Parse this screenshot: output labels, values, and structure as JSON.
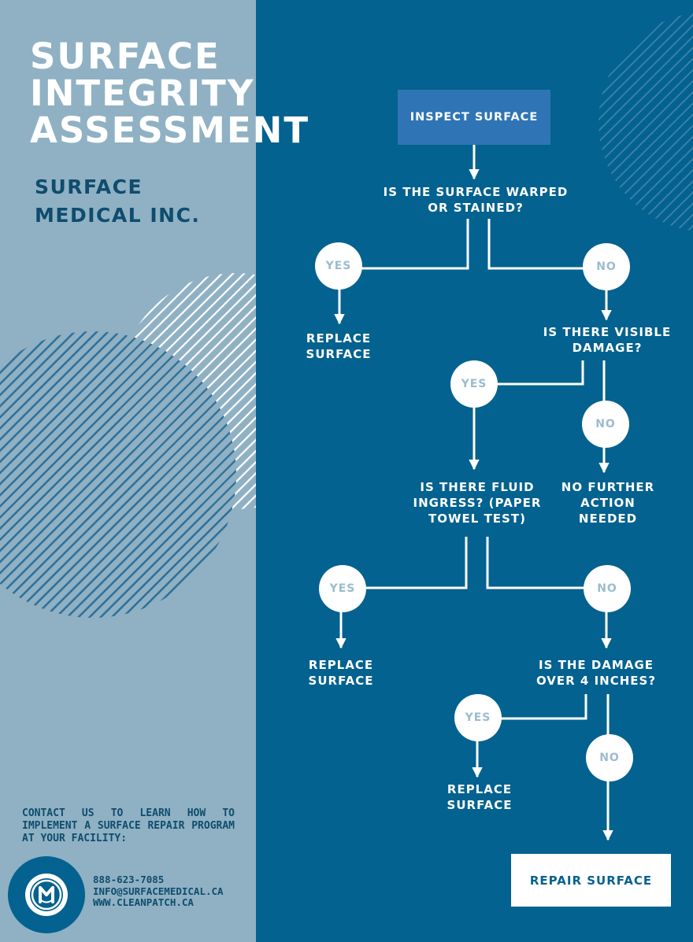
{
  "title": {
    "lines": [
      "SURFACE",
      "INTEGRITY",
      "ASSESSMENT"
    ]
  },
  "company": {
    "lines": [
      "SURFACE",
      "MEDICAL INC."
    ]
  },
  "flowchart": {
    "start": "INSPECT SURFACE",
    "q1": [
      "IS THE SURFACE WARPED",
      "OR STAINED?"
    ],
    "q2": [
      "IS THERE VISIBLE",
      "DAMAGE?"
    ],
    "q3": [
      "IS THERE FLUID",
      "INGRESS? (PAPER",
      "TOWEL TEST)"
    ],
    "q4": [
      "IS THE DAMAGE",
      "OVER 4 INCHES?"
    ],
    "replace": [
      "REPLACE",
      "SURFACE"
    ],
    "no_action": [
      "NO FURTHER",
      "ACTION",
      "NEEDED"
    ],
    "yes": "YES",
    "no": "NO",
    "end": "REPAIR SURFACE"
  },
  "contact": {
    "message": "CONTACT US TO LEARN  HOW TO IMPLEMENT A SURFACE REPAIR PROGRAM AT YOUR FACILITY:",
    "phone": "888-623-7085",
    "email": "INFO@SURFACEMEDICAL.CA",
    "website": "WWW.CLEANPATCH.CA"
  },
  "colors": {
    "left_panel": "#8fb1c3",
    "right_panel": "#03628f",
    "start_box": "#2f75b5",
    "dark_text": "#0f4c6e",
    "answer_text": "#9bbccd"
  }
}
